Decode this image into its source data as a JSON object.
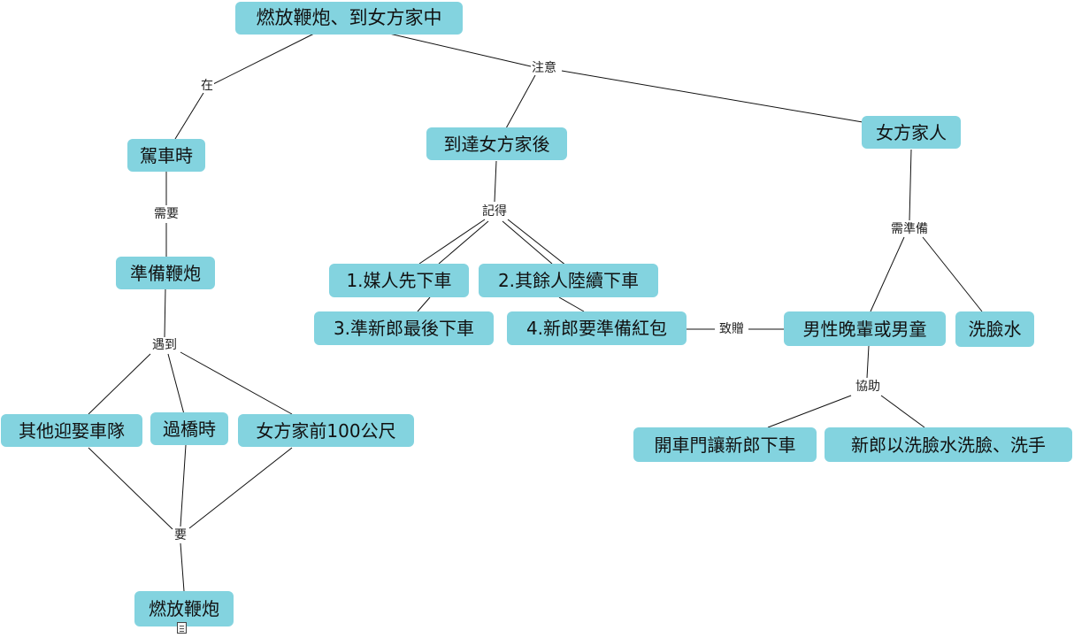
{
  "nodes": {
    "n1": "燃放鞭炮、到女方家中",
    "n2": "駕車時",
    "n3": "準備鞭炮",
    "n4": "其他迎娶車隊",
    "n5": "過橋時",
    "n6": "女方家前100公尺",
    "n7": "燃放鞭炮",
    "n8": "到達女方家後",
    "n9": "1.媒人先下車",
    "n10": "2.其餘人陸續下車",
    "n11": "3.準新郎最後下車",
    "n12": "4.新郎要準備紅包",
    "n13": "女方家人",
    "n14": "男性晚輩或男童",
    "n15": "洗臉水",
    "n16": "開車門讓新郎下車",
    "n17": "新郎以洗臉水洗臉、洗手"
  },
  "links": {
    "l1": "在",
    "l2": "需要",
    "l3": "遇到",
    "l4": "要",
    "l5": "注意",
    "l6": "記得",
    "l7": "需準備",
    "l8": "致贈",
    "l9": "協助"
  },
  "colors": {
    "node_fill": "#83d3df",
    "line": "#111111"
  },
  "icons": {
    "note": "note-icon"
  }
}
